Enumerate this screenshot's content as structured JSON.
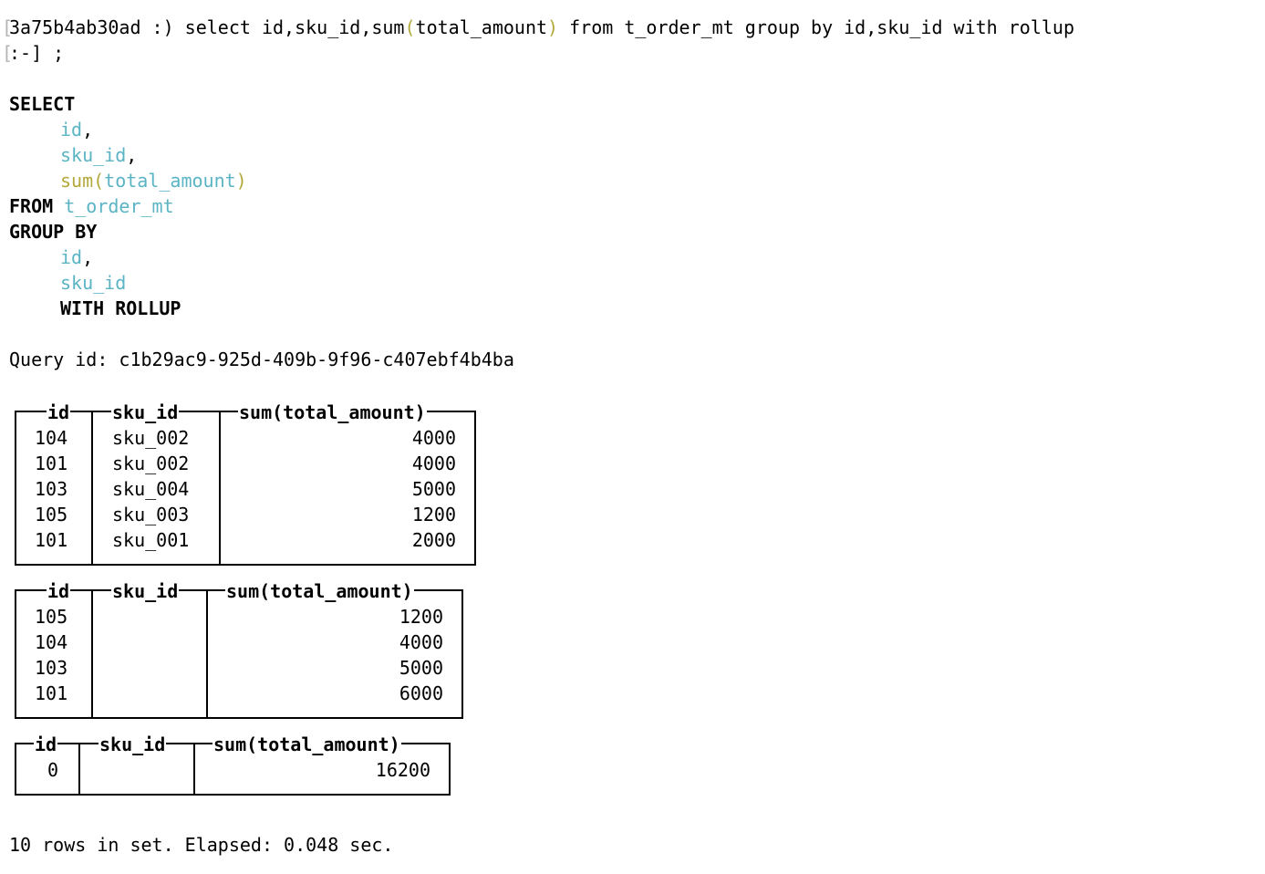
{
  "prompt": {
    "open_bracket": "[",
    "host": "3a75b4ab30ad :) ",
    "cmd_a": "select id,sku_id,sum",
    "cmd_paren_open": "(",
    "cmd_b": "total_amount",
    "cmd_paren_close": ")",
    "cmd_c": " from t_order_mt group by id,sku_id with rollup",
    "continuation": ":-] ;"
  },
  "formatted_query": {
    "select_kw": "SELECT",
    "col1": "id",
    "col2": "sku_id",
    "func_name": "sum",
    "func_paren_open": "(",
    "func_arg": "total_amount",
    "func_paren_close": ")",
    "comma": ",",
    "from_kw": "FROM",
    "table": "t_order_mt",
    "group_by_kw": "GROUP BY",
    "group_col1": "id",
    "group_col2": "sku_id",
    "rollup_kw": "WITH ROLLUP"
  },
  "query_id_line": "Query id: c1b29ac9-925d-409b-9f96-c407ebf4b4ba",
  "tables": [
    {
      "headers": [
        "id",
        "sku_id",
        "sum(total_amount)"
      ],
      "rows": [
        [
          "104",
          "sku_002",
          "4000"
        ],
        [
          "101",
          "sku_002",
          "4000"
        ],
        [
          "103",
          "sku_004",
          "5000"
        ],
        [
          "105",
          "sku_003",
          "1200"
        ],
        [
          "101",
          "sku_001",
          "2000"
        ]
      ]
    },
    {
      "headers": [
        "id",
        "sku_id",
        "sum(total_amount)"
      ],
      "rows": [
        [
          "105",
          "",
          "1200"
        ],
        [
          "104",
          "",
          "4000"
        ],
        [
          "103",
          "",
          "5000"
        ],
        [
          "101",
          "",
          "6000"
        ]
      ]
    },
    {
      "headers": [
        "id",
        "sku_id",
        "sum(total_amount)"
      ],
      "rows": [
        [
          "0",
          "",
          "16200"
        ]
      ]
    }
  ],
  "footer": "10 rows in set. Elapsed: 0.048 sec."
}
